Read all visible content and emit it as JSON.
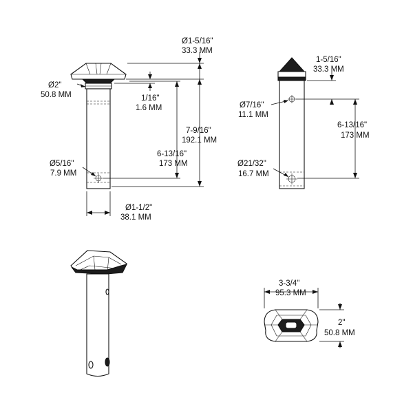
{
  "front": {
    "cap_dia_in": "Ø1-5/16\"",
    "cap_dia_mm": "33.3 MM",
    "base_dia_in": "Ø2\"",
    "base_dia_mm": "50.8 MM",
    "gap_in": "1/16\"",
    "gap_mm": "1.6 MM",
    "height_in": "7-9/16\"",
    "height_mm": "192.1 MM",
    "hole_height_in": "6-13/16\"",
    "hole_height_mm": "173 MM",
    "hole_dia_in": "Ø5/16\"",
    "hole_dia_mm": "7.9 MM",
    "width_in": "Ø1-1/2\"",
    "width_mm": "38.1 MM"
  },
  "side": {
    "cap_height_in": "1-5/16\"",
    "cap_height_mm": "33.3 MM",
    "top_hole_dia_in": "Ø7/16\"",
    "top_hole_dia_mm": "11.1 MM",
    "hole_spacing_in": "6-13/16\"",
    "hole_spacing_mm": "173 MM",
    "bottom_hole_dia_in": "Ø21/32\"",
    "bottom_hole_dia_mm": "16.7 MM"
  },
  "top": {
    "length_in": "3-3/4\"",
    "length_mm": "95.3 MM",
    "width_in": "2\"",
    "width_mm": "50.8 MM"
  },
  "colors": {
    "line": "#111111",
    "background": "#ffffff"
  }
}
